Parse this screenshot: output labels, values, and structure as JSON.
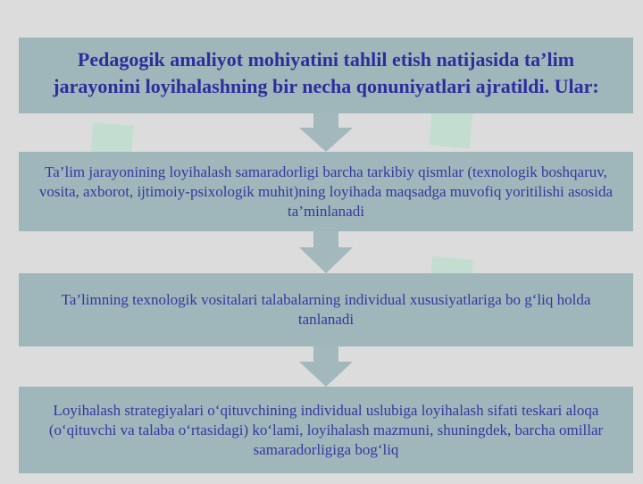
{
  "title": "Pedagogik amaliyot mohiyatini tahlil etish natijasida ta’lim jarayonini loyihalashning bir necha qonuniyatlari ajratildi. Ular:",
  "steps": [
    "Ta’lim jarayonining loyihalash samaradorligi barcha tarkibiy qismlar (texnologik boshqaruv, vosita, axborot, ijtimoiy-psixologik muhit)ning loyihada maqsadga muvofiq yoritilishi asosida ta’minlanadi",
    "Ta’limning texnologik vositalari talabalarning individual xususiyatlariga bo g‘liq holda tanlanadi",
    "Loyihalash strategiyalari o‘qituvchining individual uslubiga loyihalash sifati teskari aloqa (o‘qituvchi va talaba o‘rtasidagi) ko‘lami, loyihalash mazmuni, shuningdek, barcha omillar samaradorligiga bog‘liq"
  ],
  "colors": {
    "background": "#dcdcdc",
    "box": "#9fb7bb",
    "arrow": "#a3b8bc",
    "text": "#3636a0"
  }
}
